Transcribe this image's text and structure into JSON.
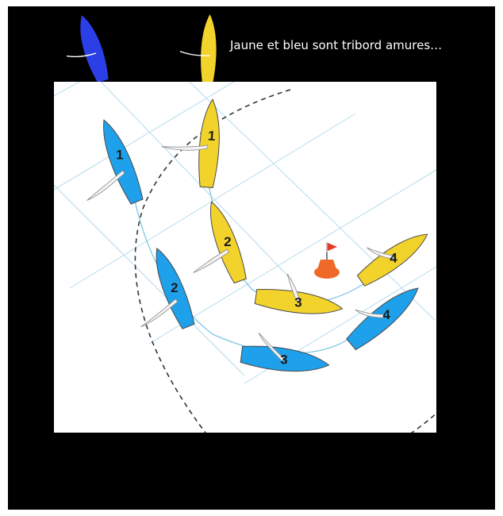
{
  "caption": "Jaune et bleu sont tribord amures…",
  "colors": {
    "background": "#000000",
    "yellow_boat": "#f2d32b",
    "blue_boat": "#1ea0ea",
    "blue_legend_boat": "#2b3fe6",
    "buoy": "#ef6a28",
    "flag": "#e23b2a",
    "track": "#7fc6e6",
    "grid": "#9cd0e8",
    "circle": "#333333"
  },
  "legend_boats": [
    {
      "name": "legend-blue-boat",
      "color": "blue_legend_boat"
    },
    {
      "name": "legend-yellow-boat",
      "color": "yellow_boat"
    }
  ],
  "yellow_boats": [
    {
      "label": "1"
    },
    {
      "label": "2"
    },
    {
      "label": "3"
    },
    {
      "label": "4"
    }
  ],
  "blue_boats": [
    {
      "label": "1"
    },
    {
      "label": "2"
    },
    {
      "label": "3"
    },
    {
      "label": "4"
    }
  ],
  "mark": {
    "icon": "buoy-icon"
  }
}
